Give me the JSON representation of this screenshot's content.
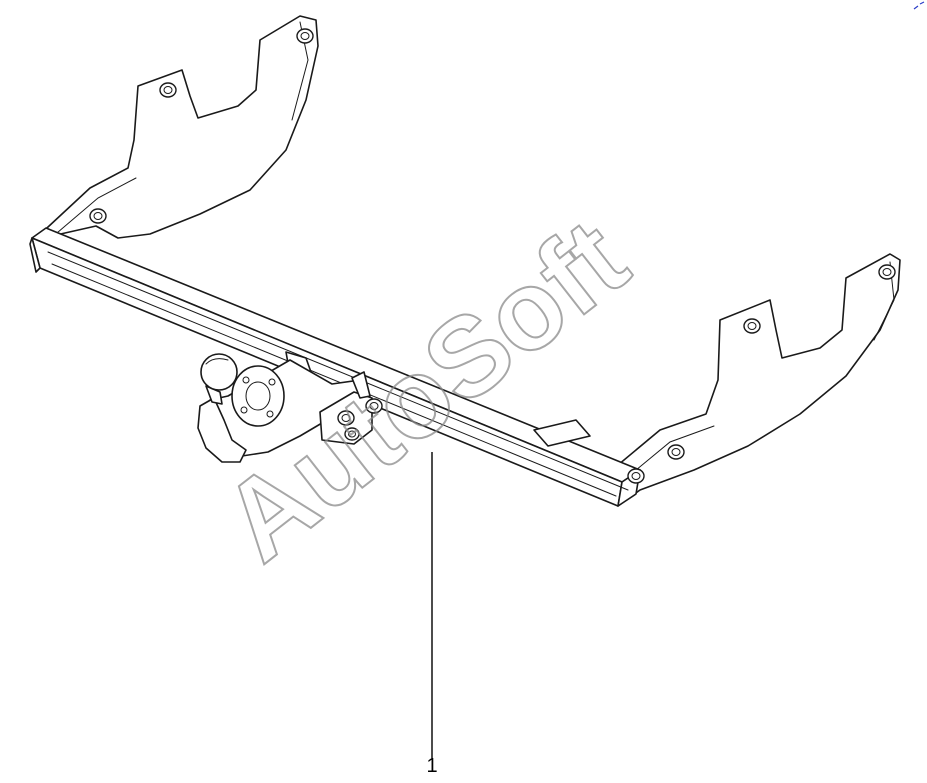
{
  "diagram": {
    "callouts": [
      {
        "label": "1",
        "part": "tow-bar-assembly"
      }
    ],
    "watermark": "AutoSoft",
    "colors": {
      "line": "#1a1a1a",
      "background": "#ffffff",
      "watermark": "#8a8a8a",
      "corner_mark": "#2a3cc8"
    }
  }
}
